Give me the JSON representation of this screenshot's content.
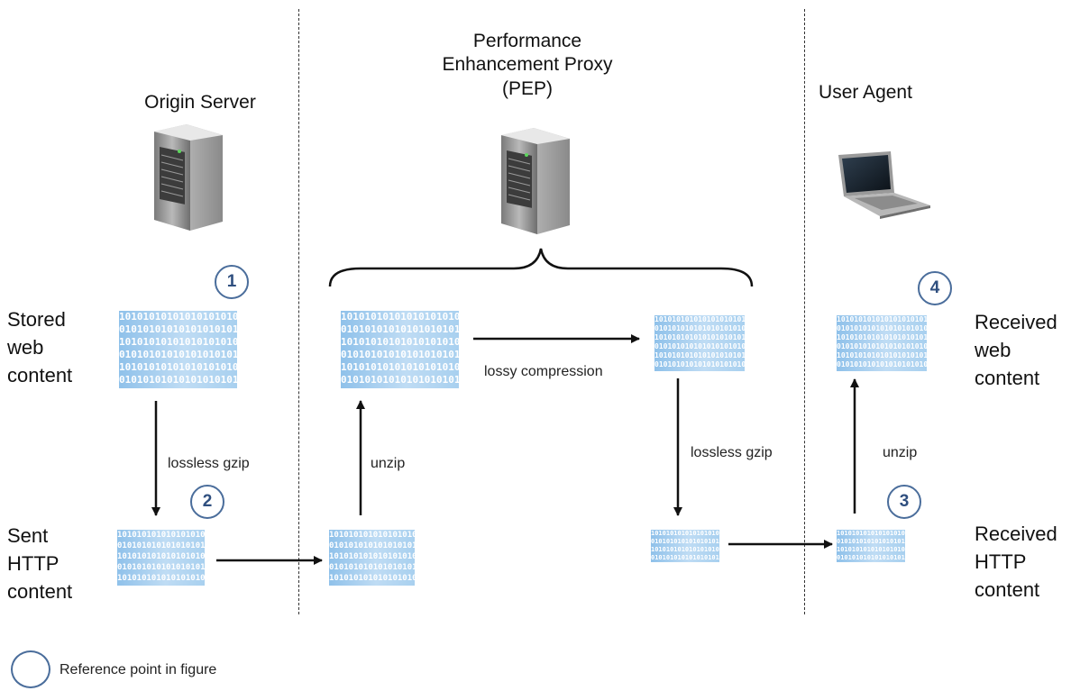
{
  "columns": {
    "origin": "Origin Server",
    "pep": "Performance\nEnhancement Proxy\n(PEP)",
    "user": "User Agent"
  },
  "rows": {
    "stored": "Stored\nweb\ncontent",
    "sent": "Sent\nHTTP\ncontent",
    "received_web": "Received\nweb\ncontent",
    "received_http": "Received\nHTTP\ncontent"
  },
  "edges": {
    "gzip_origin": "lossless gzip",
    "unzip_pep": "unzip",
    "lossy": "lossy compression",
    "gzip_pep": "lossless gzip",
    "unzip_user": "unzip"
  },
  "refs": {
    "r1": "1",
    "r2": "2",
    "r3": "3",
    "r4": "4"
  },
  "legend": {
    "label": "Reference point in figure"
  },
  "pattern": "1010101010101010101010"
}
